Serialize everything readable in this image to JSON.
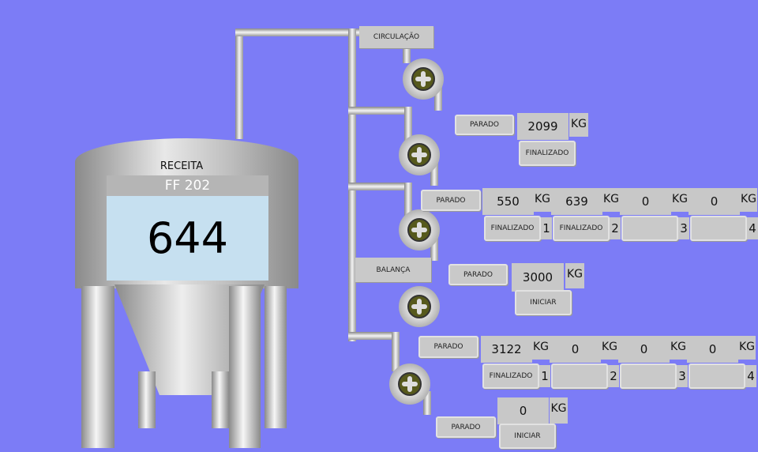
{
  "tank": {
    "recipe_label": "RECEITA",
    "recipe_name": "FF 202",
    "value": "644"
  },
  "labels": {
    "circulation": "CIRCULAÇÃO",
    "scale": "BALANÇA"
  },
  "unit": "KG",
  "line1": {
    "status": "PARADO",
    "weight": "2099",
    "action": "FINALIZADO"
  },
  "line2": {
    "status": "PARADO",
    "slots": [
      {
        "weight": "550",
        "state": "FINALIZADO",
        "index": "1"
      },
      {
        "weight": "639",
        "state": "FINALIZADO",
        "index": "2"
      },
      {
        "weight": "0",
        "state": "",
        "index": "3"
      },
      {
        "weight": "0",
        "state": "",
        "index": "4"
      }
    ]
  },
  "line3": {
    "status": "PARADO",
    "weight": "3000",
    "action": "INICIAR"
  },
  "line4": {
    "status": "PARADO",
    "slots": [
      {
        "weight": "3122",
        "state": "FINALIZADO",
        "index": "1"
      },
      {
        "weight": "0",
        "state": "",
        "index": "2"
      },
      {
        "weight": "0",
        "state": "",
        "index": "3"
      },
      {
        "weight": "0",
        "state": "",
        "index": "4"
      }
    ]
  },
  "line5": {
    "status": "PARADO",
    "weight": "0",
    "action": "INICIAR"
  }
}
